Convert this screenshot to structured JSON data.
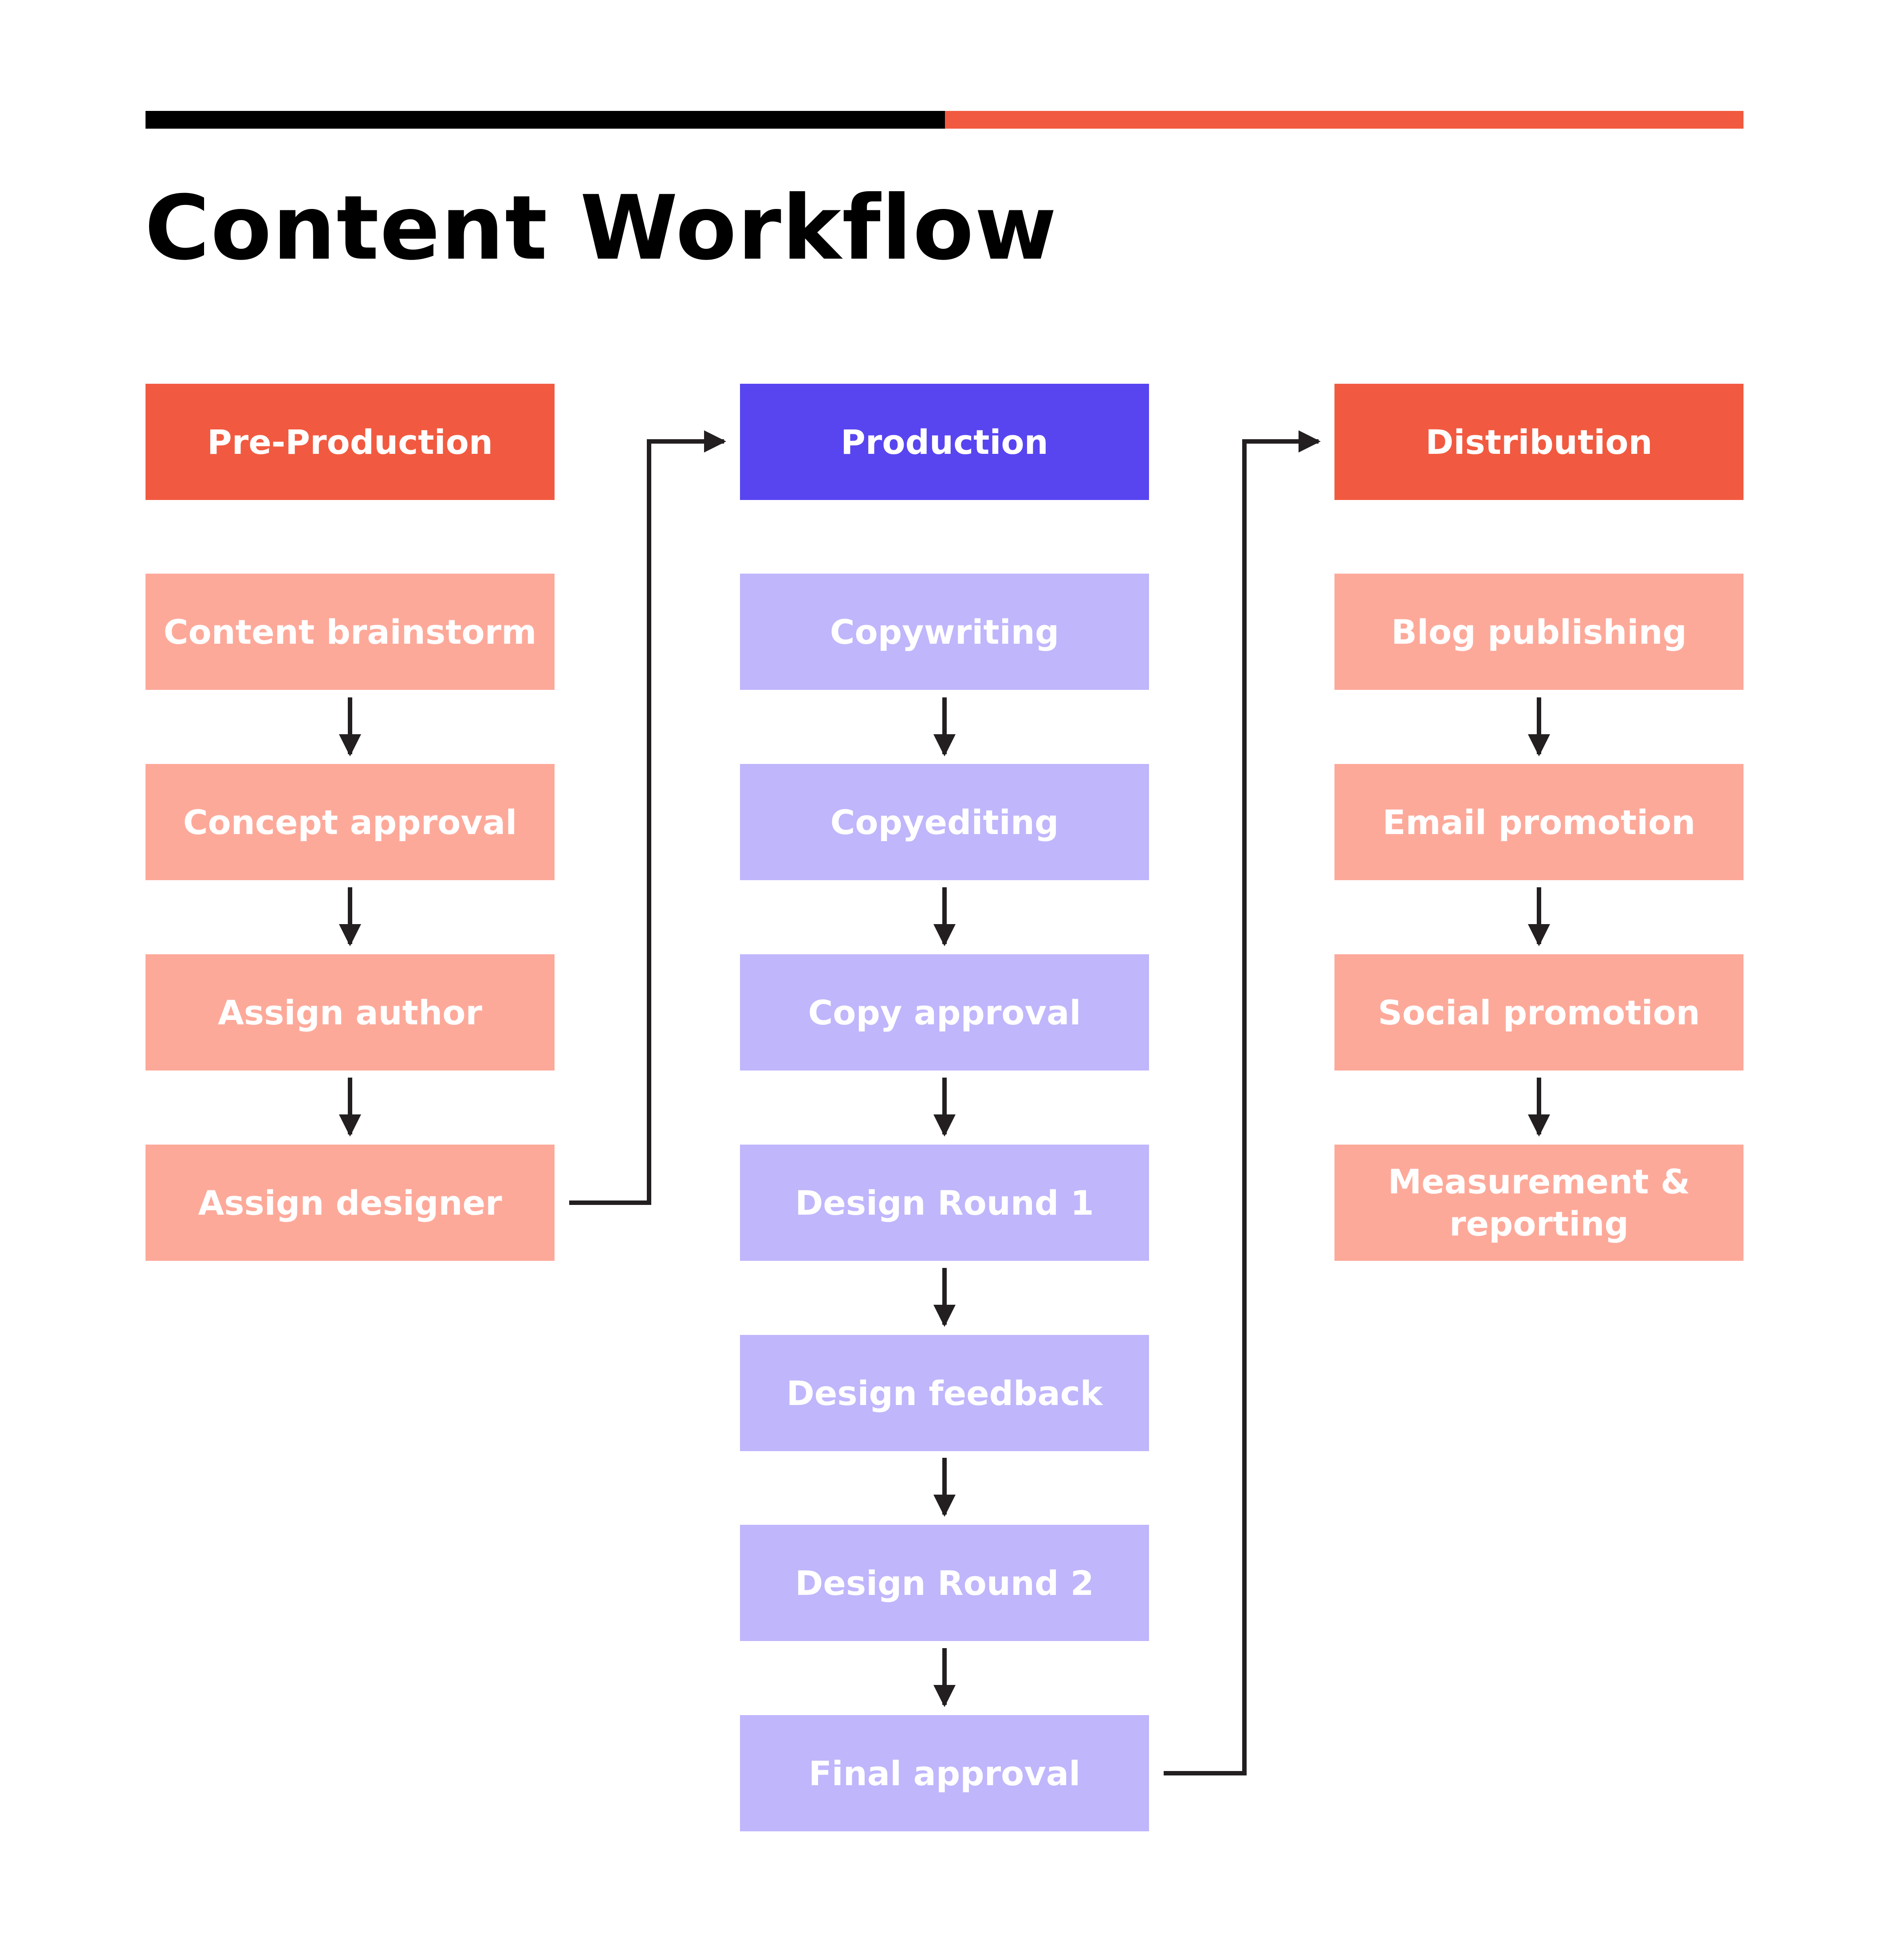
{
  "title": "Content Workflow",
  "colors": {
    "black_bar": "#000000",
    "accent_red": "#f15a40",
    "accent_blue": "#5845f0",
    "step_salmon": "#fda99a",
    "step_lavender": "#bfb6fc",
    "arrow": "#231f20"
  },
  "columns": [
    {
      "header": "Pre-Production",
      "steps": [
        "Content brainstorm",
        "Concept approval",
        "Assign author",
        "Assign designer"
      ]
    },
    {
      "header": "Production",
      "steps": [
        "Copywriting",
        "Copyediting",
        "Copy approval",
        "Design Round 1",
        "Design feedback",
        "Design Round 2",
        "Final approval"
      ]
    },
    {
      "header": "Distribution",
      "steps": [
        "Blog publishing",
        "Email promotion",
        "Social promotion",
        "Measurement & reporting"
      ]
    }
  ]
}
